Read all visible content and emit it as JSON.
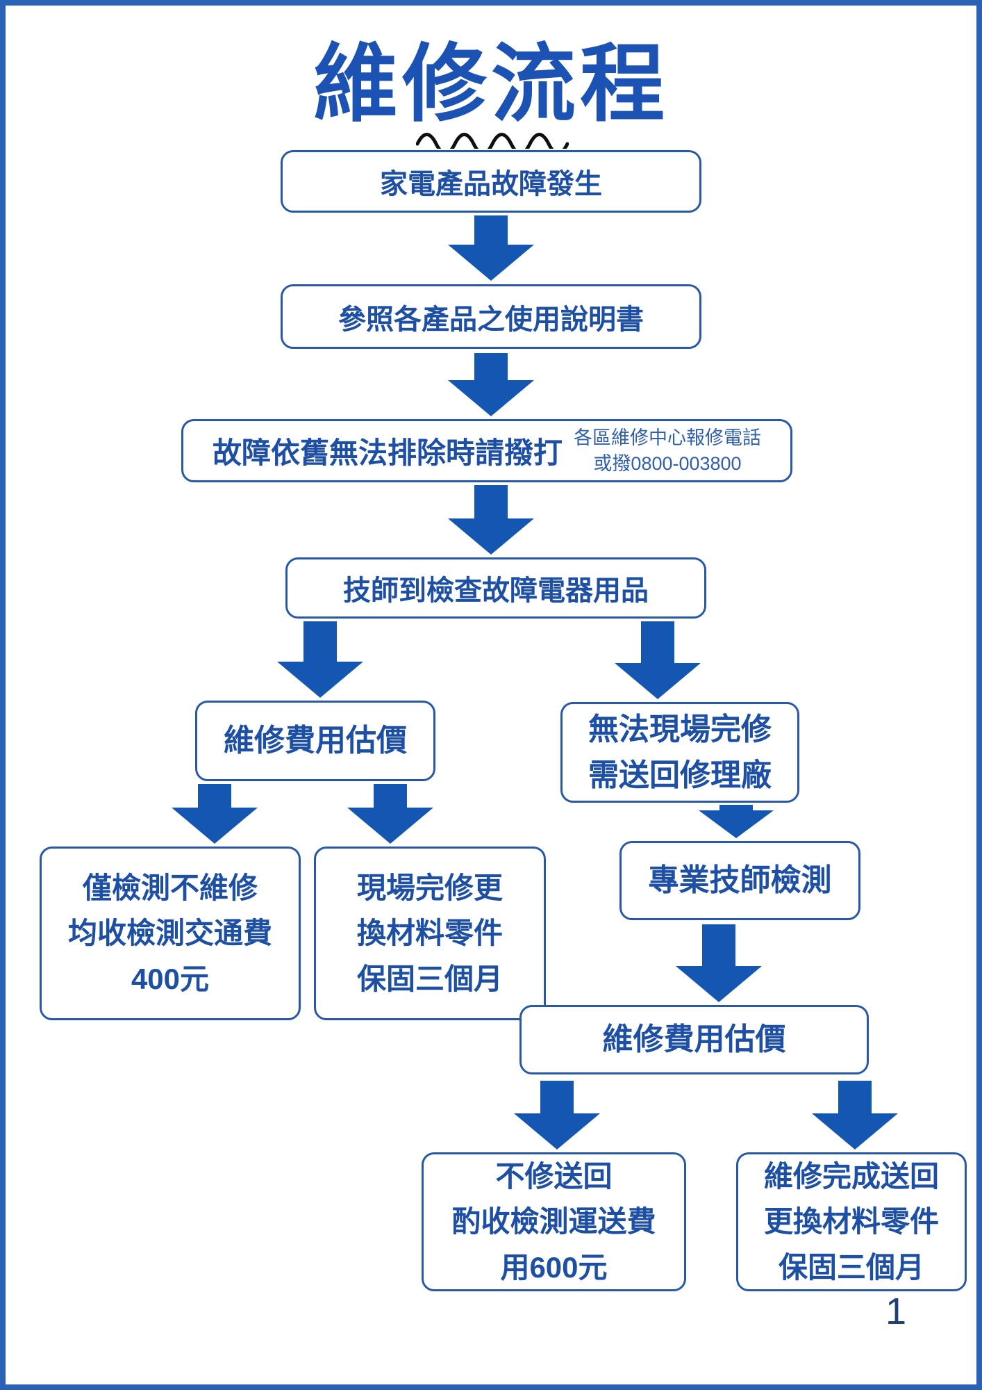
{
  "page": {
    "title": "維修流程",
    "page_number": "1",
    "colors": {
      "title_blue": "#1c52b4",
      "arrow_blue": "#1457b2",
      "box_border_blue": "#2858a8",
      "box_text_blue": "#1d4fa5",
      "note_text_blue": "#2f5fae",
      "wave_black": "#0f0f0f",
      "frame_blue": "#2b62b5",
      "page_number_navy": "#1e4078"
    }
  },
  "flow": {
    "box1": {
      "label": "家電產品故障發生"
    },
    "box2": {
      "label": "參照各產品之使用說明書"
    },
    "box3": {
      "label": "故障依舊無法排除時請撥打",
      "note_line1": "各區維修中心報修電話",
      "note_line2": "或撥0800-003800"
    },
    "box4": {
      "label": "技師到檢查故障電器用品"
    },
    "left_estimate": {
      "label": "維修費用估價"
    },
    "right_cannot_fix": {
      "line1": "無法現場完修",
      "line2": "需送回修理廠"
    },
    "inspect_only": {
      "line1": "僅檢測不維修",
      "line2": "均收檢測交通費",
      "line3": "400元"
    },
    "onsite_done": {
      "line1": "現場完修更",
      "line2": "換材料零件",
      "line3": "保固三個月"
    },
    "pro_inspect": {
      "label": "專業技師檢測"
    },
    "estimate2": {
      "label": "維修費用估價"
    },
    "no_repair_return": {
      "line1": "不修送回",
      "line2": "酌收檢測運送費",
      "line3": "用600元"
    },
    "repair_done_return": {
      "line1": "維修完成送回",
      "line2": "更換材料零件",
      "line3": "保固三個月"
    }
  }
}
